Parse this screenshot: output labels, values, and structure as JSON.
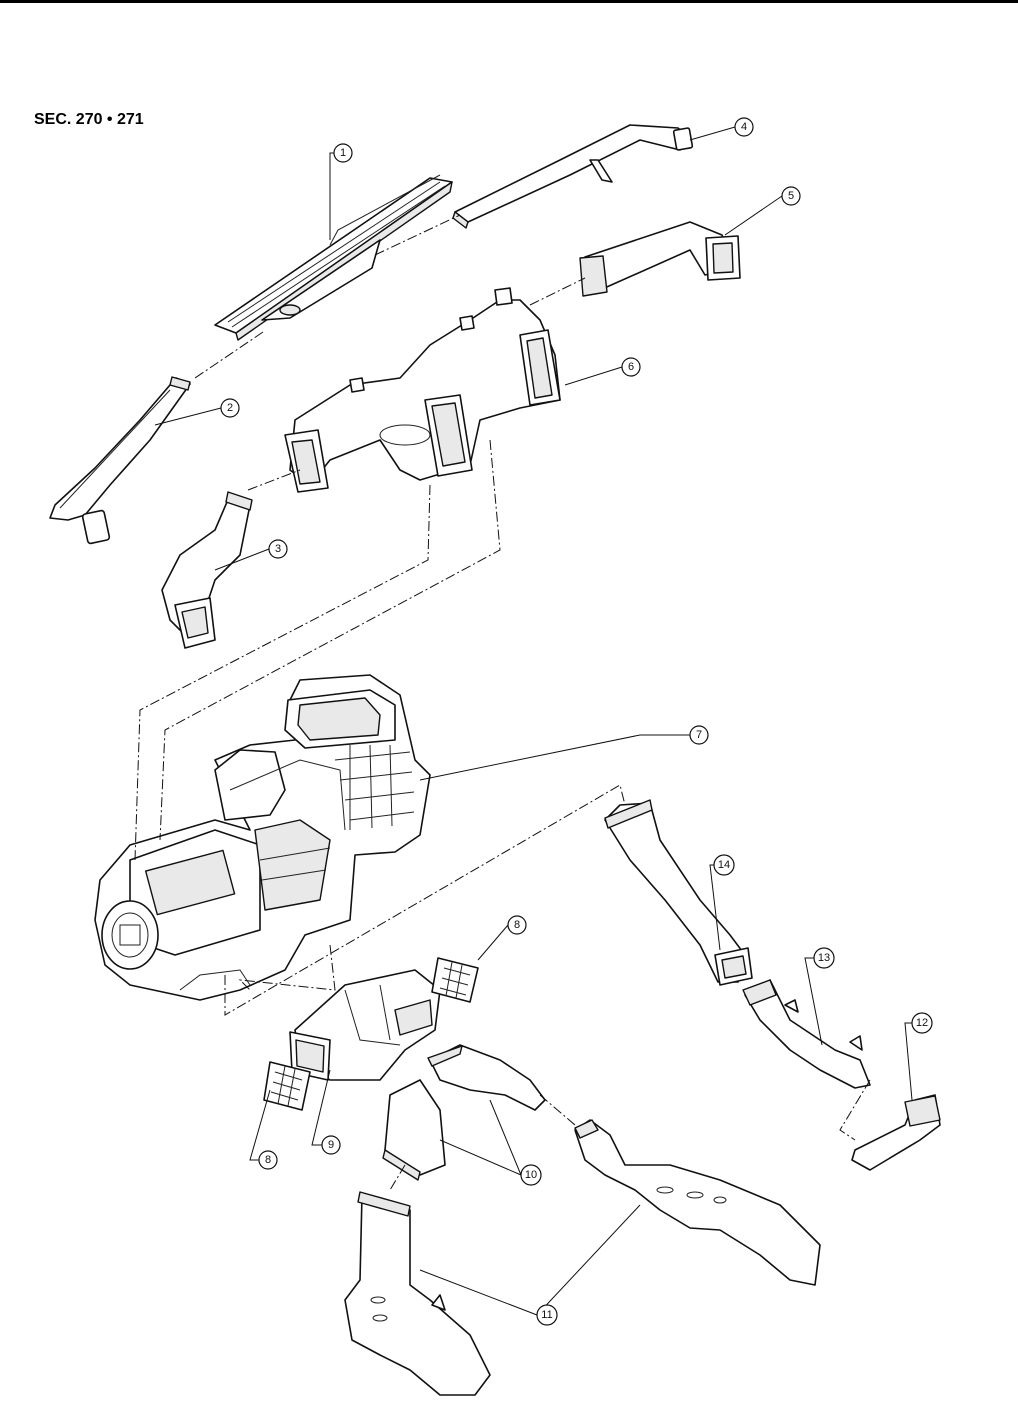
{
  "section_label": "SEC. 270 • 271",
  "callouts": [
    {
      "id": "c1",
      "label": "1"
    },
    {
      "id": "c2",
      "label": "2"
    },
    {
      "id": "c3",
      "label": "3"
    },
    {
      "id": "c4",
      "label": "4"
    },
    {
      "id": "c5",
      "label": "5"
    },
    {
      "id": "c6",
      "label": "6"
    },
    {
      "id": "c7",
      "label": "7"
    },
    {
      "id": "c8a",
      "label": "8"
    },
    {
      "id": "c8b",
      "label": "8"
    },
    {
      "id": "c9",
      "label": "9"
    },
    {
      "id": "c10",
      "label": "10"
    },
    {
      "id": "c11",
      "label": "11"
    },
    {
      "id": "c12",
      "label": "12"
    },
    {
      "id": "c13",
      "label": "13"
    },
    {
      "id": "c14",
      "label": "14"
    }
  ]
}
